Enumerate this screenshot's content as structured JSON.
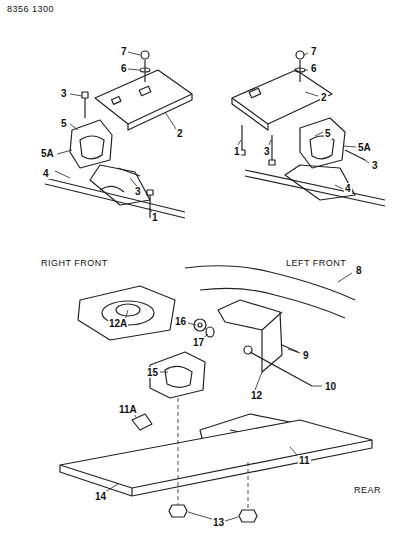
{
  "diagram": {
    "labels": [
      "8356 1300",
      "7",
      "6",
      "3",
      "2",
      "5",
      "5A",
      "4",
      "3",
      "1",
      "RIGHT FRONT",
      "7",
      "6",
      "2",
      "5",
      "5A",
      "1",
      "3",
      "3",
      "4",
      "LEFT FRONT",
      "8",
      "12A",
      "16",
      "17",
      "9",
      "15",
      "12",
      "10",
      "11A",
      "11",
      "14",
      "13",
      "REAR"
    ]
  }
}
